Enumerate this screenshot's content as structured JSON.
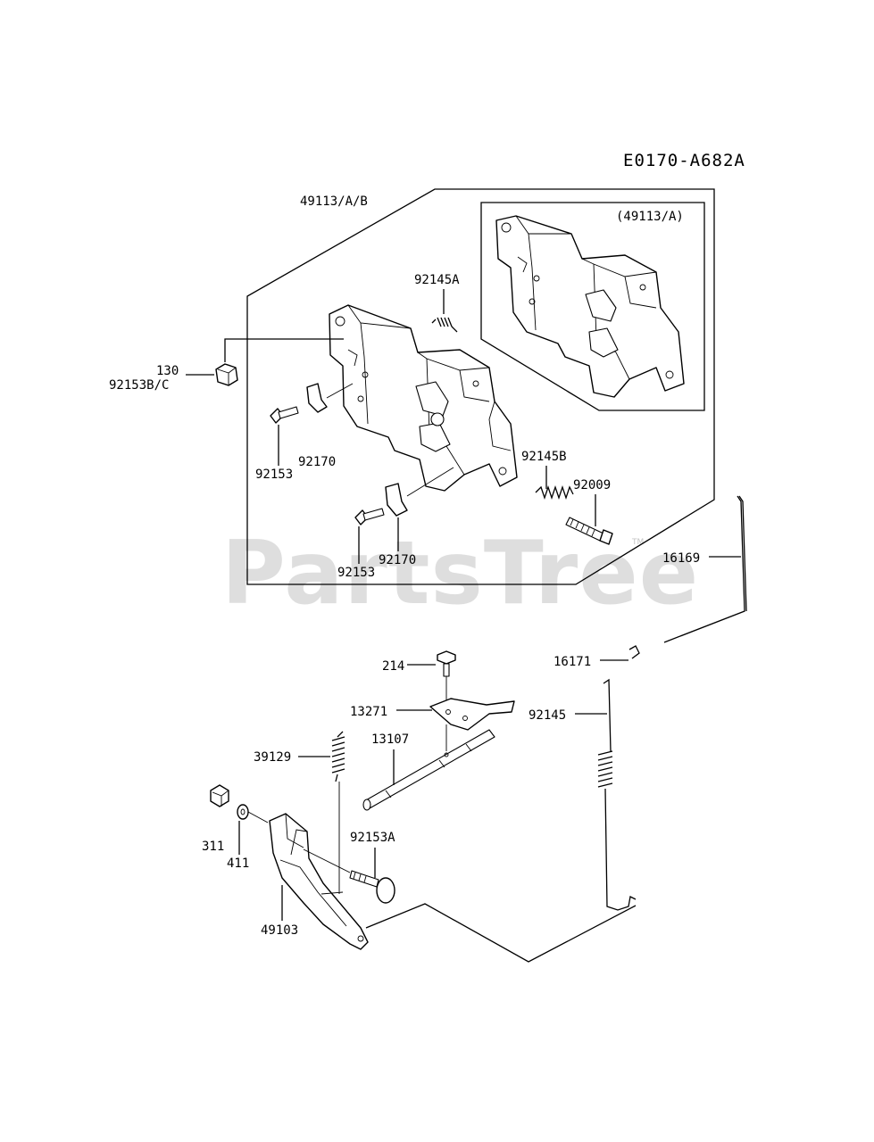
{
  "diagram_code": "E0170-A682A",
  "watermark": {
    "text": "PartsTree",
    "tm": "TM"
  },
  "inset_label": "(49113/A)",
  "labels": {
    "assembly": "49113/A/B",
    "spring_top": "92145A",
    "nut_130": "130",
    "bolt_92153bc": "92153B/C",
    "screw_1": "92153",
    "plate_1": "92170",
    "spring_b": "92145B",
    "bolt_92009": "92009",
    "screw_2": "92153",
    "plate_2": "92170",
    "rod_16169": "16169",
    "clip_16171": "16171",
    "bolt_214": "214",
    "bracket_13271": "13271",
    "shaft_13107": "13107",
    "spring_39129": "39129",
    "spring_92145": "92145",
    "bolt_92153a": "92153A",
    "nut_311": "311",
    "washer_411": "411",
    "lever_49103": "49103"
  }
}
